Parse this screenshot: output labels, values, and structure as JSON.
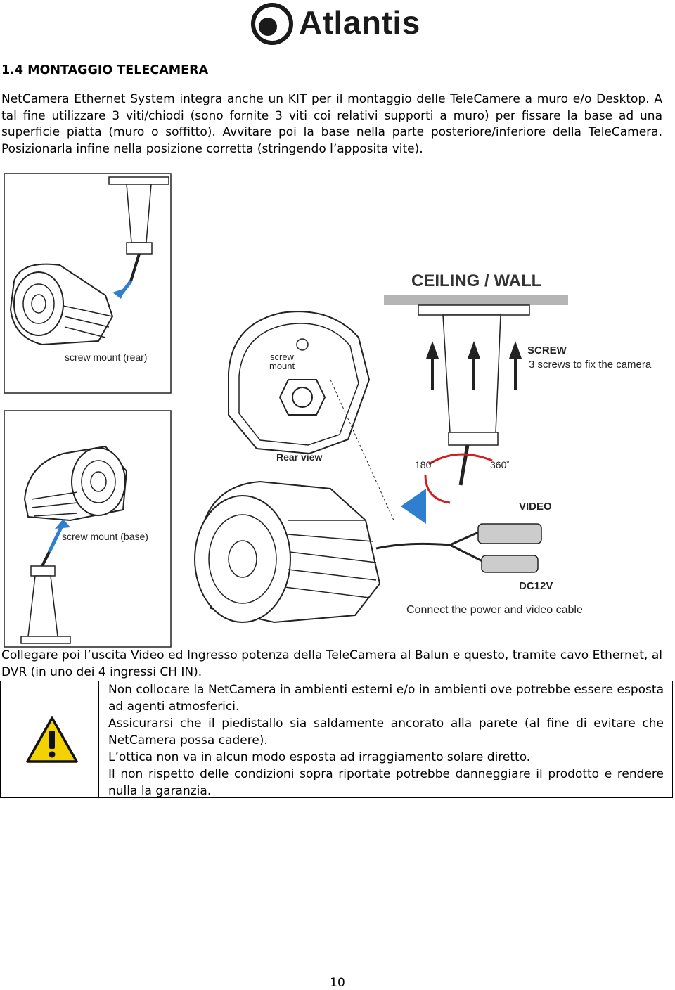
{
  "header": {
    "brand": "Atlantis",
    "logo_icon": "atlantis-logo-icon"
  },
  "section": {
    "title": "1.4 MONTAGGIO TELECAMERA",
    "intro": "NetCamera Ethernet System integra anche un KIT per il montaggio delle TeleCamere a muro e/o Desktop. A tal fine utilizzare 3 viti/chiodi (sono fornite 3 viti coi relativi supporti a muro) per fissare la base ad una superficie piatta (muro o soffitto). Avvitare poi la base nella parte posteriore/inferiore della TeleCamera. Posizionarla infine nella posizione corretta (stringendo l’apposita vite)."
  },
  "figure": {
    "label_rear_mount": "screw mount (rear)",
    "label_base_mount": "screw mount (base)",
    "title_ceiling_wall": "CEILING / WALL",
    "label_screw": "SCREW",
    "label_screws_fix": "3 screws to fix the camera",
    "label_screw_mount_line1": "screw",
    "label_screw_mount_line2": "mount",
    "label_rear_view": "Rear view",
    "label_180": "180˚",
    "label_360": "360˚",
    "label_video": "VIDEO",
    "label_dc12v": "DC12V",
    "label_connect": "Connect the power and video cable"
  },
  "connection_text": "Collegare poi l’uscita Video ed Ingresso potenza della TeleCamera al Balun e questo, tramite cavo Ethernet, al DVR (in uno dei 4 ingressi CH IN).",
  "warning": {
    "icon": "warning-triangle-icon",
    "items": [
      "Non collocare la NetCamera in ambienti esterni e/o in ambienti ove potrebbe essere esposta ad agenti atmosferici.",
      "Assicurarsi che il piedistallo sia saldamente ancorato alla parete (al fine di evitare che NetCamera possa cadere).",
      "L’ottica non va in alcun modo esposta ad irraggiamento solare diretto.",
      "Il non rispetto delle condizioni sopra riportate potrebbe danneggiare il prodotto e rendere nulla la garanzia."
    ]
  },
  "page_number": "10",
  "colors": {
    "text": "#000000",
    "arrow_blue": "#2f7fd1",
    "arrow_red": "#d21f1f",
    "warning_yellow": "#f2d200"
  }
}
